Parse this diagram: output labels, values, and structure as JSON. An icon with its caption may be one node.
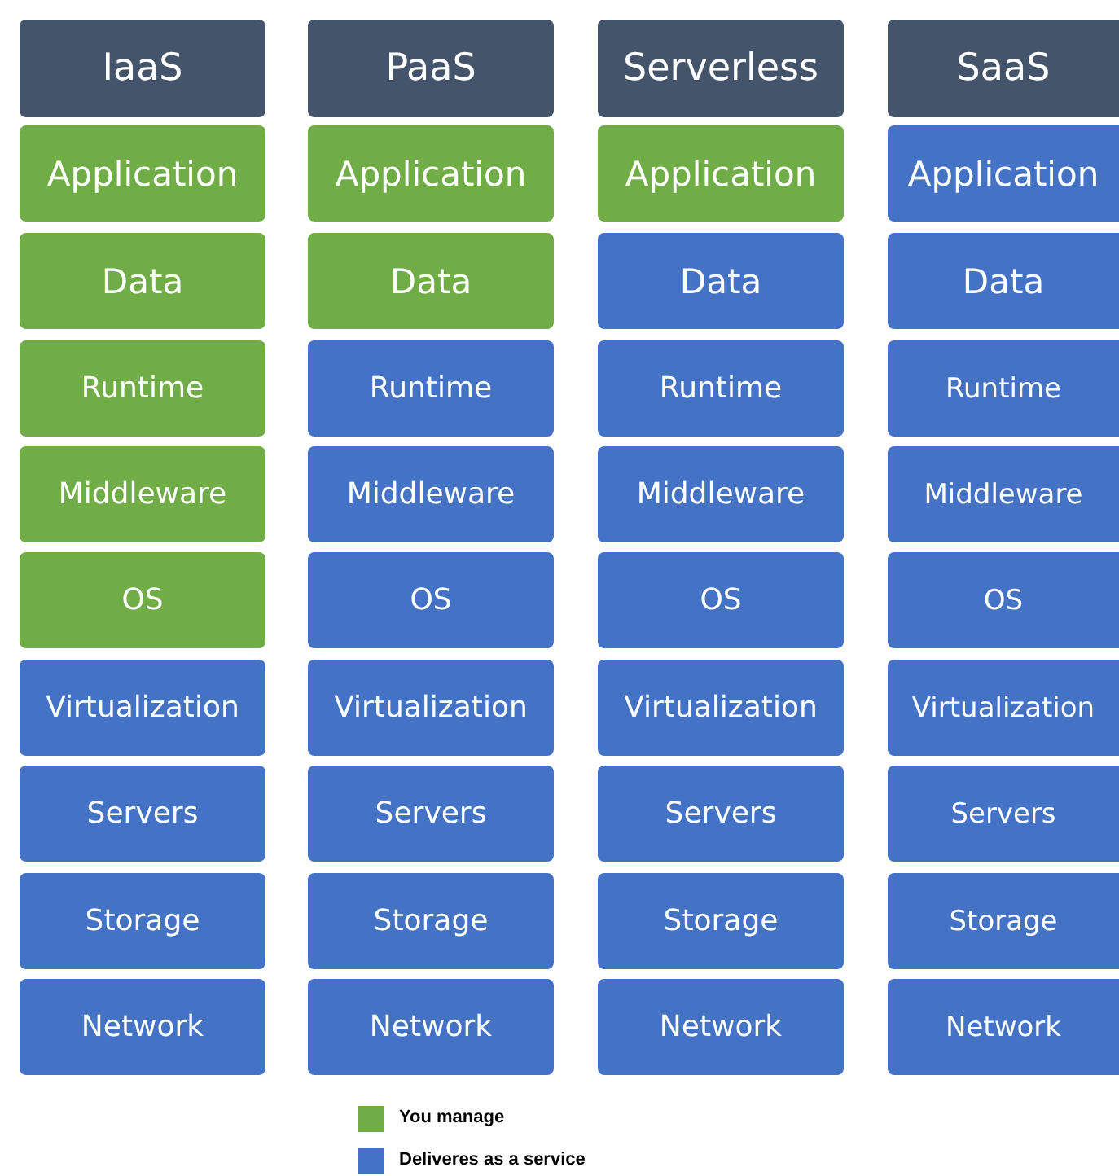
{
  "diagram": {
    "nodes": [
      {
        "text": [
          "IaaS"
        ]
      },
      {
        "text": [
          "Application"
        ]
      },
      {
        "text": [
          "Data"
        ]
      },
      {
        "text": [
          "Runtime"
        ]
      },
      {
        "text": [
          "Middleware"
        ]
      },
      {
        "text": [
          "OS"
        ]
      },
      {
        "text": [
          "Virtualization"
        ]
      },
      {
        "text": [
          "Servers"
        ]
      },
      {
        "text": [
          "Storage"
        ]
      },
      {
        "text": [
          "Network"
        ]
      },
      {
        "text": [
          "PaaS"
        ]
      },
      {
        "text": [
          "Application"
        ]
      },
      {
        "text": [
          "Data"
        ]
      },
      {
        "text": [
          "Runtime"
        ]
      },
      {
        "text": [
          "Middleware"
        ]
      },
      {
        "text": [
          "OS"
        ]
      },
      {
        "text": [
          "Virtualization"
        ]
      },
      {
        "text": [
          "Servers"
        ]
      },
      {
        "text": [
          "Storage"
        ]
      },
      {
        "text": [
          "Network"
        ]
      },
      {
        "text": [
          "Serverless"
        ]
      },
      {
        "text": [
          "Application"
        ]
      },
      {
        "text": [
          "Data"
        ]
      },
      {
        "text": [
          "Runtime"
        ]
      },
      {
        "text": [
          "Middleware"
        ]
      },
      {
        "text": [
          "OS"
        ]
      },
      {
        "text": [
          "Virtualization"
        ]
      },
      {
        "text": [
          "Servers"
        ]
      },
      {
        "text": [
          "Storage"
        ]
      },
      {
        "text": [
          "Network"
        ]
      },
      {
        "text": [
          "SaaS"
        ]
      },
      {
        "text": [
          "Application"
        ]
      },
      {
        "text": [
          "Data"
        ]
      },
      {
        "text": [
          "Runtime"
        ]
      },
      {
        "text": [
          "Middleware"
        ]
      },
      {
        "text": [
          "OS"
        ]
      },
      {
        "text": [
          "Virtualization"
        ]
      },
      {
        "text": [
          "Servers"
        ]
      },
      {
        "text": [
          "Storage"
        ]
      },
      {
        "text": [
          "Network"
        ]
      }
    ],
    "legend": [
      {
        "text": "You manage",
        "color": "#70ad47"
      },
      {
        "text": "Deliveres as a service",
        "color": "#4472c4"
      }
    ]
  }
}
